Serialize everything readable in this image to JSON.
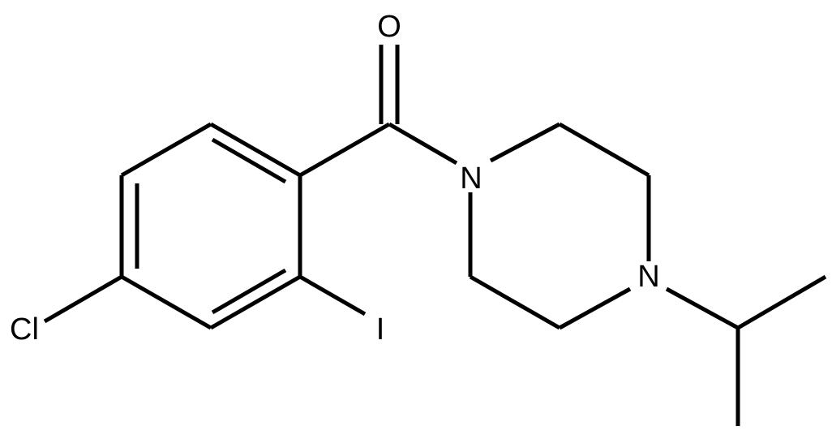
{
  "diagram": {
    "atoms": {
      "oxygen": "O",
      "amide_nitrogen": "N",
      "amine_nitrogen": "N",
      "chlorine": "Cl",
      "iodine": "I"
    },
    "colors": {
      "bond": "#000000",
      "label": "#000000",
      "background": "#ffffff"
    }
  }
}
